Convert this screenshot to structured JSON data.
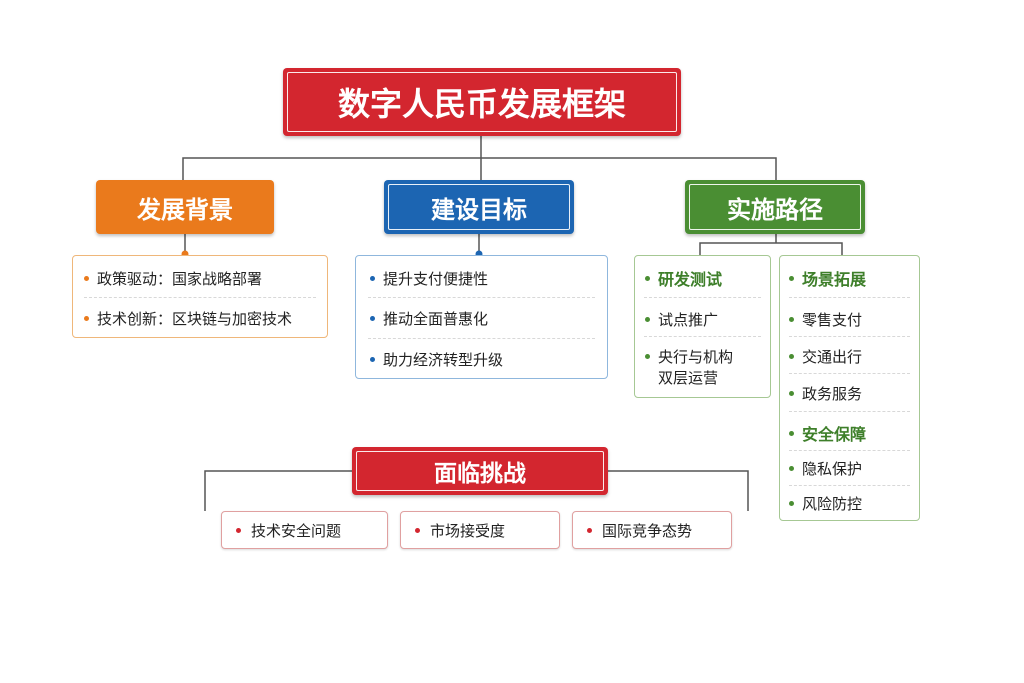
{
  "title": "数字人民币发展框架",
  "sections": {
    "background": {
      "label": "发展背景",
      "items": [
        "政策驱动：国家战略部署",
        "技术创新：区块链与加密技术"
      ]
    },
    "goals": {
      "label": "建设目标",
      "items": [
        "提升支付便捷性",
        "推动全面普惠化",
        "助力经济转型升级"
      ]
    },
    "path": {
      "label": "实施路径",
      "rd": {
        "heading": "研发测试",
        "items": [
          "试点推广",
          "央行与机构",
          "双层运营"
        ]
      },
      "scenarios": {
        "heading": "场景拓展",
        "items": [
          "零售支付",
          "交通出行",
          "政务服务"
        ]
      },
      "security": {
        "heading": "安全保障",
        "items": [
          "隐私保护",
          "风险防控"
        ]
      }
    },
    "challenges": {
      "label": "面临挑战",
      "items": [
        "技术安全问题",
        "市场接受度",
        "国际竞争态势"
      ]
    }
  },
  "colors": {
    "title": "#d3262f",
    "background": "#ea7a1c",
    "goals": "#1c65b2",
    "path": "#4a8e33",
    "challenges": "#d3262f"
  }
}
